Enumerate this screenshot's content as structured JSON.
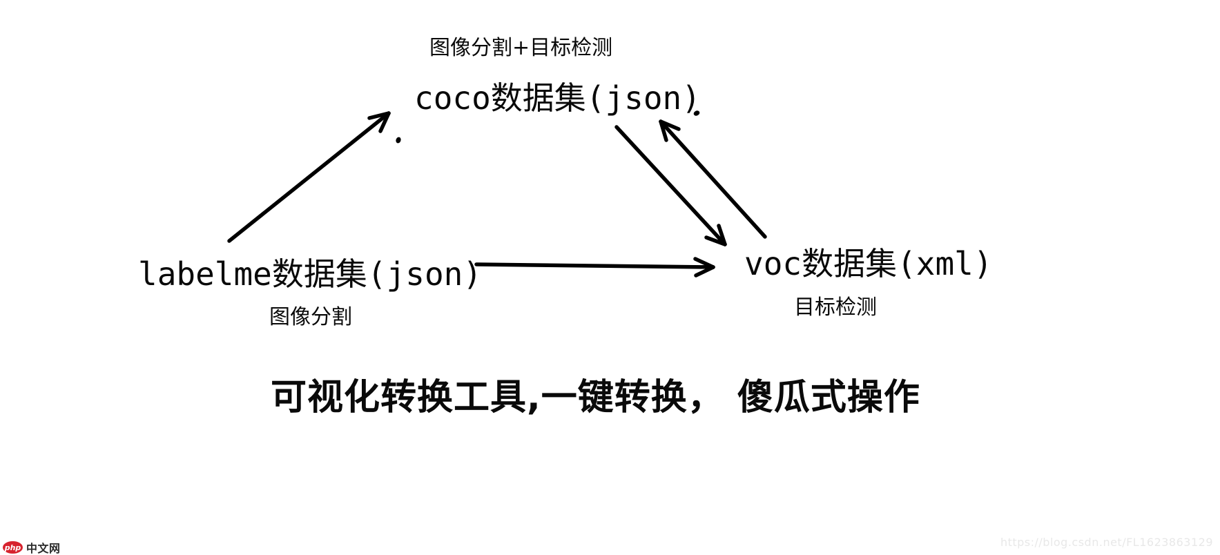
{
  "diagram": {
    "top_annotation": "图像分割+目标检测",
    "nodes": {
      "coco": {
        "label": "coco数据集(json)"
      },
      "labelme": {
        "label": "labelme数据集(json)",
        "sublabel": "图像分割"
      },
      "voc": {
        "label": "voc数据集(xml)",
        "sublabel": "目标检测"
      }
    },
    "edges": [
      {
        "id": "labelme-to-coco",
        "from": "labelme数据集(json)",
        "to": "coco数据集(json)"
      },
      {
        "id": "coco-to-voc",
        "from": "coco数据集(json)",
        "to": "voc数据集(xml)"
      },
      {
        "id": "voc-to-coco",
        "from": "voc数据集(xml)",
        "to": "coco数据集(json)"
      },
      {
        "id": "labelme-to-voc",
        "from": "labelme数据集(json)",
        "to": "voc数据集(xml)"
      }
    ],
    "caption": "可视化转换工具,一键转换， 傻瓜式操作",
    "ink_color": "#000000"
  },
  "watermarks": {
    "left": {
      "logo_text": "php",
      "site_text": "中文网",
      "logo_color": "#d7232e"
    },
    "right": {
      "url": "https://blog.csdn.net/FL1623863129",
      "color": "#e8e8e8"
    }
  }
}
